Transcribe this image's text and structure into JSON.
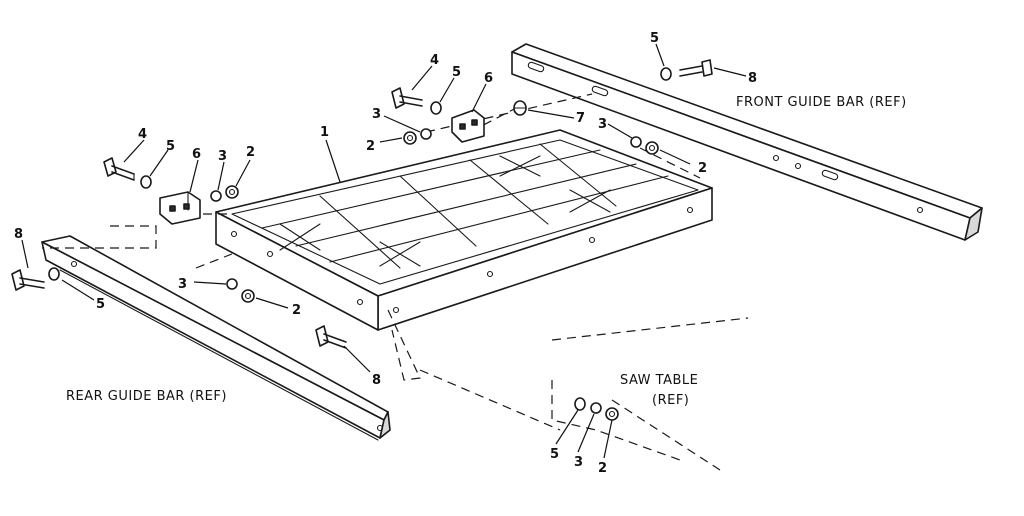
{
  "labels": {
    "front_guide_bar": "FRONT GUIDE BAR (REF)",
    "rear_guide_bar": "REAR GUIDE BAR (REF)",
    "saw_table_line1": "SAW TABLE",
    "saw_table_line2": "(REF)"
  },
  "callouts": {
    "frame": "1",
    "nut": "2",
    "lockwasher": "3",
    "bolt_short": "4",
    "washer": "5",
    "bracket": "6",
    "spacer": "7",
    "bolt_long": "8"
  }
}
